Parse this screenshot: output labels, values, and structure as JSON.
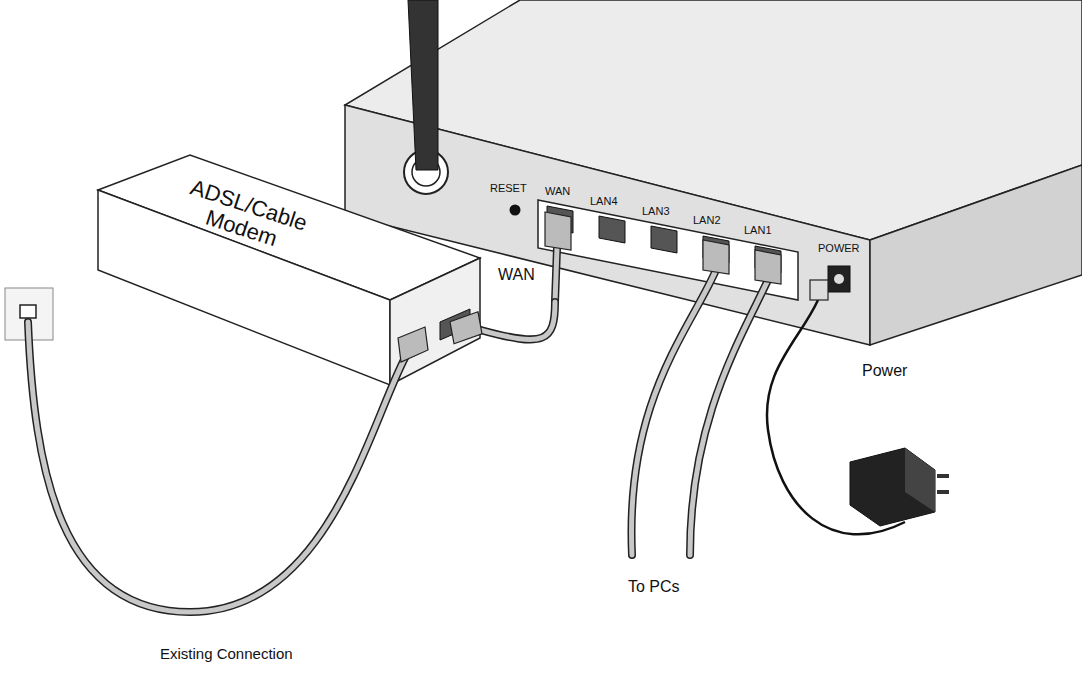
{
  "diagram": {
    "nodes": [
      {
        "text": [
          "RESET",
          "WAN",
          "LAN4",
          "LAN3",
          "LAN2",
          "LAN1",
          "POWER"
        ]
      },
      {
        "text": [
          "ADSL/Cable Modem"
        ]
      }
    ],
    "edges": [
      {
        "from": 1,
        "to": 0,
        "arrow": "none"
      }
    ],
    "labels": [
      "WAN",
      "Power",
      "To PCs",
      "Existing Connection"
    ]
  }
}
